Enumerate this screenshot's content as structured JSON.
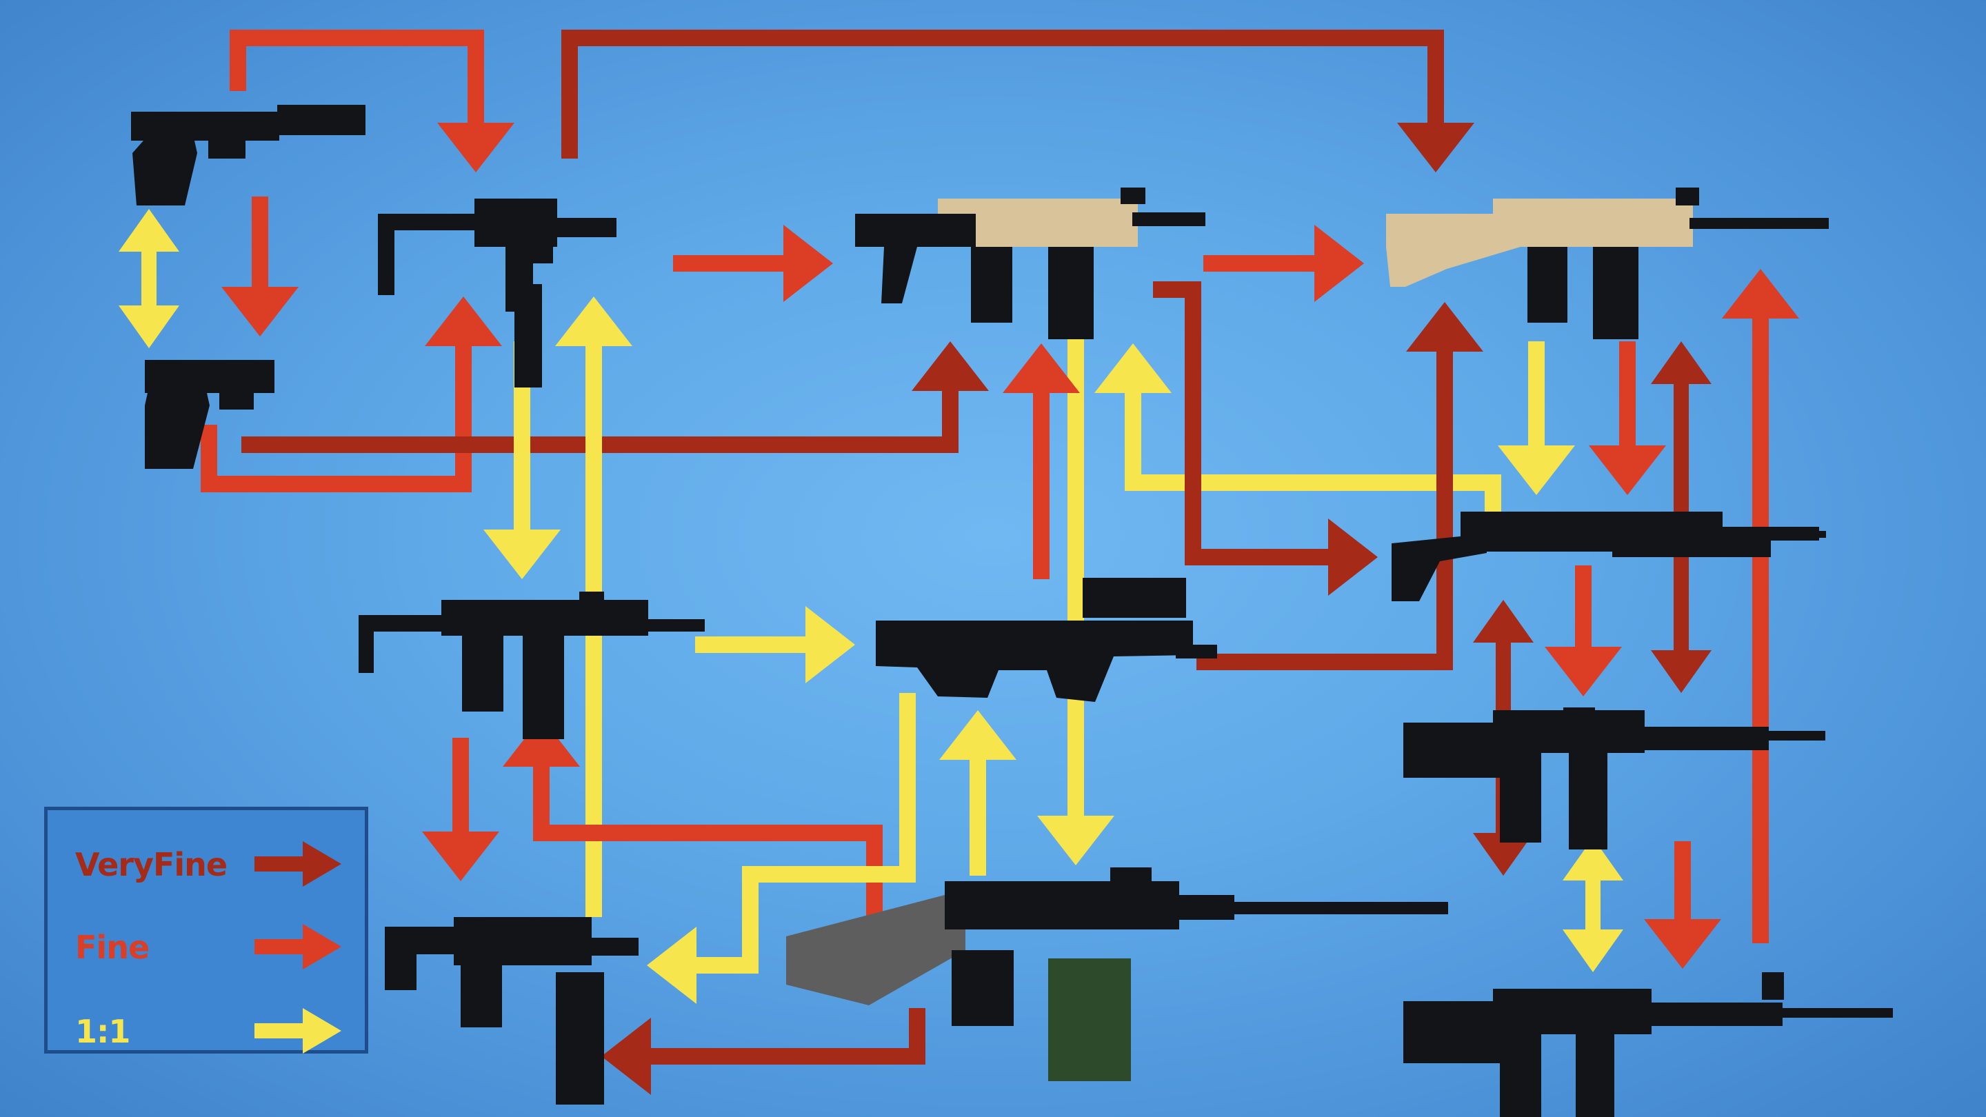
{
  "colors": {
    "veryfine": "#a52a18",
    "fine": "#dc3d25",
    "one_to_one": "#f7e54e",
    "weapon": "#121418",
    "tan": "#d9c39a",
    "grey": "#5e5e5e",
    "drum": "#2d4a2a",
    "legend_bg": "#3f86d2",
    "legend_border": "#1f4d8c"
  },
  "legend": {
    "items": [
      {
        "key": "veryfine",
        "label": "VeryFine"
      },
      {
        "key": "fine",
        "label": "Fine"
      },
      {
        "key": "one_to_one",
        "label": "1:1"
      }
    ]
  }
}
